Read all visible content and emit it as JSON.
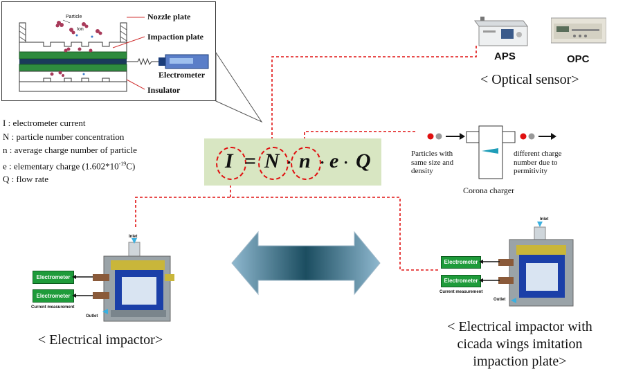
{
  "inset": {
    "particle_label": "Particle",
    "ion_label": "Ion",
    "nozzle_plate_label": "Nozzle plate",
    "impaction_plate_label": "Impaction plate",
    "electrometer_label": "Electrometer",
    "insulator_label": "Insulator"
  },
  "legend": {
    "line1": "I : electrometer  current",
    "line2": "N : particle  number  concentration",
    "line3": "n : average  charge  number  of  particle",
    "line4_prefix": "e : elementary  charge  (1.602*10",
    "line4_sup": "-19",
    "line4_suffix": "C)",
    "line5": "Q : flow  rate"
  },
  "equation": {
    "I": "I",
    "equals": "=",
    "N": "N",
    "n": "n",
    "e": "e",
    "Q": "Q",
    "dot": "·"
  },
  "optical": {
    "aps_label": "APS",
    "opc_label": "OPC",
    "caption": "< Optical sensor>"
  },
  "corona": {
    "left_text": "Particles with same size and density",
    "right_text": "different charge number due to permitivity",
    "caption": "Corona  charger"
  },
  "left_impactor": {
    "inlet": "Inlet",
    "electrometer1": "Electrometer",
    "electrometer2": "Electrometer",
    "current_measurement": "Current measurement",
    "outlet": "Outlet",
    "caption": "< Electrical impactor>"
  },
  "right_impactor": {
    "inlet": "Inlet",
    "electrometer1": "Electrometer",
    "electrometer2": "Electrometer",
    "current_measurement": "Current measurement",
    "outlet": "Outlet",
    "caption_line1": "< Electrical impactor with",
    "caption_line2": "cicada wings imitation",
    "caption_line3": "impaction plate>"
  },
  "colors": {
    "dashed_connector": "#e01010",
    "equation_bg": "#d8e6c2",
    "electrometer_box": "#1e9b3a",
    "arrow_gradient_edge": "#8fb8cf",
    "arrow_gradient_center": "#1b4d60"
  }
}
